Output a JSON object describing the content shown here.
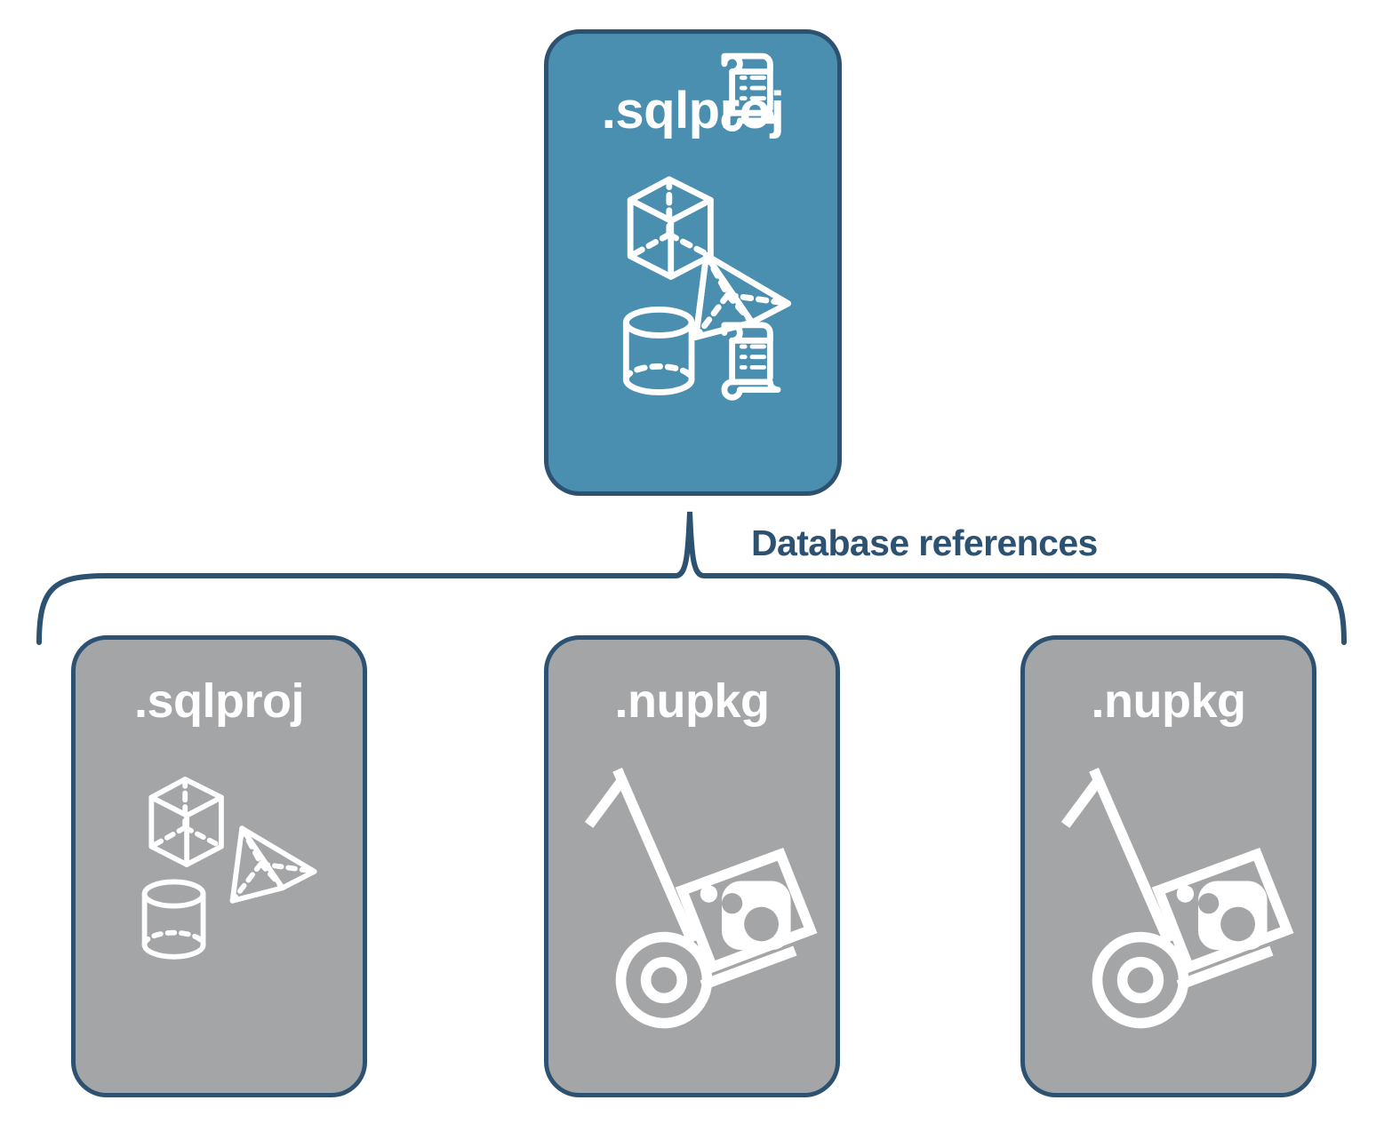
{
  "diagram": {
    "title_text": "Database references",
    "colors": {
      "card_blue": "#4b8fb0",
      "card_gray": "#a4a5a7",
      "border_navy": "#2d5170",
      "label_navy": "#2d5170",
      "icon_white": "#ffffff",
      "background": "#ffffff"
    },
    "top_card": {
      "label": ".sqlproj",
      "icons": [
        "cube-icon",
        "script-scroll-icon",
        "pyramid-icon",
        "cylinder-icon",
        "script-scroll-icon"
      ]
    },
    "connector": {
      "label": "Database references",
      "type": "curly-brace-bracket"
    },
    "bottom_cards": [
      {
        "label": ".sqlproj",
        "style": "gray",
        "icons": [
          "cube-icon",
          "pyramid-icon",
          "cylinder-icon"
        ]
      },
      {
        "label": ".nupkg",
        "style": "gray",
        "icons": [
          "nuget-hand-truck-icon"
        ]
      },
      {
        "label": ".nupkg",
        "style": "gray",
        "icons": [
          "nuget-hand-truck-icon"
        ]
      }
    ]
  }
}
